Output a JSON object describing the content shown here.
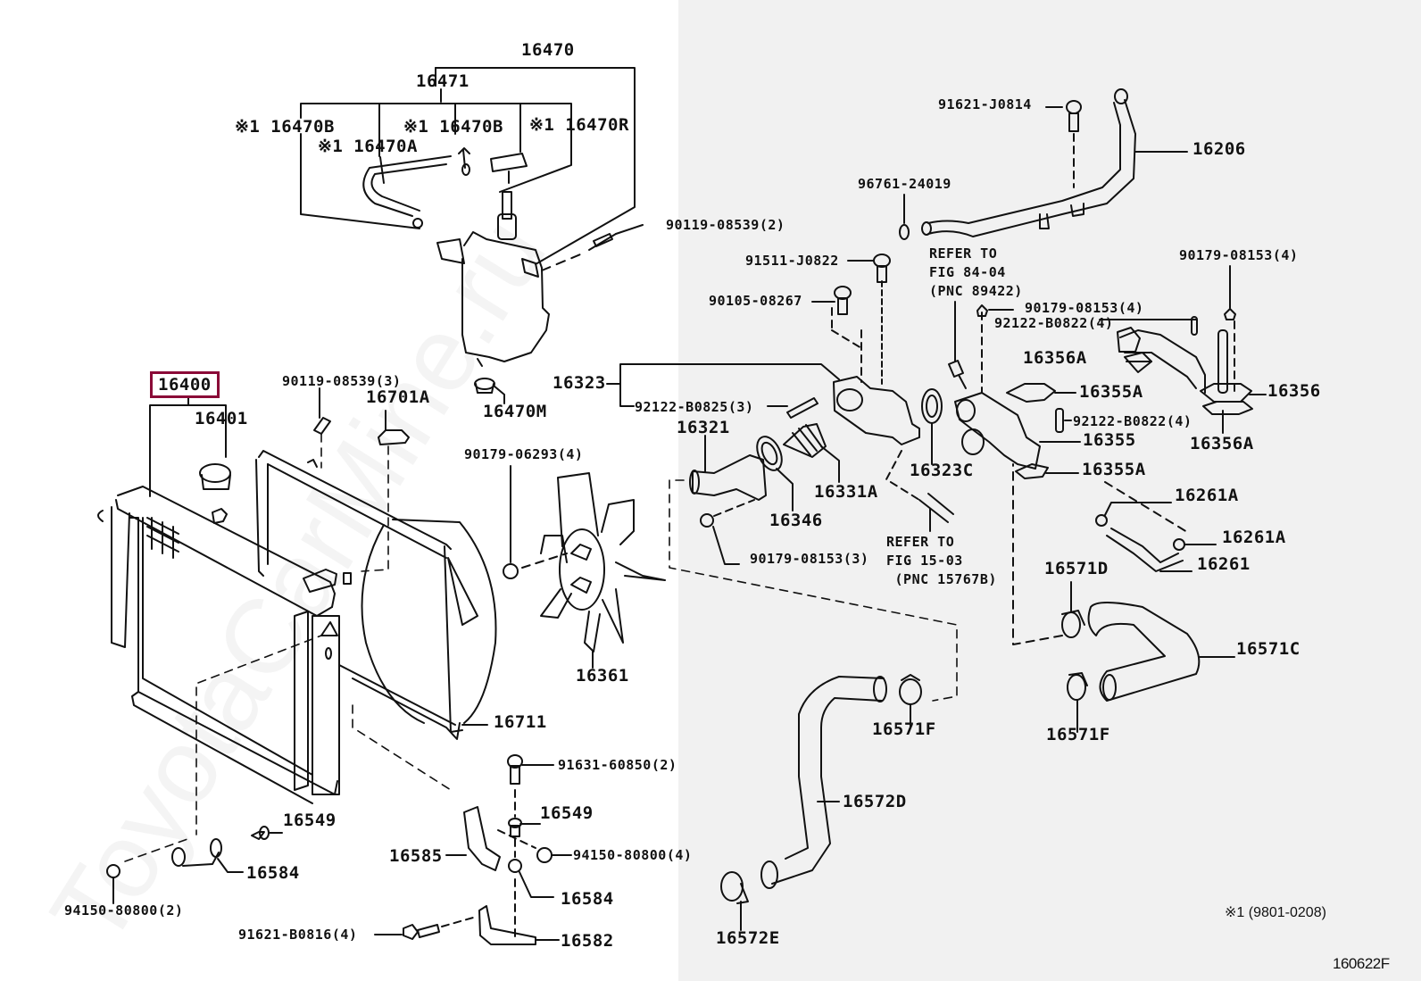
{
  "diagram": {
    "title_code": "160622F",
    "footnote": "※1 (9801-0208)",
    "watermark": "ToyotaCarMine.ru",
    "highlight_color": "#8a0a37",
    "panel_colors": {
      "left": "#ffffff",
      "right": "#f1f1f1"
    },
    "highlighted_part": "16400",
    "parts": {
      "p16470": "16470",
      "p16471": "16471",
      "p16470B_1": "※1 16470B",
      "p16470A": "※1 16470A",
      "p16470B_2": "※1 16470B",
      "p16470R": "※1 16470R",
      "p90119_2": "90119-08539(2)",
      "p16470M": "16470M",
      "p16400": "16400",
      "p16401": "16401",
      "p90119_3": "90119-08539(3)",
      "p16701A": "16701A",
      "p91621_J0814": "91621-J0814",
      "p16206": "16206",
      "p96761": "96761-24019",
      "p91511": "91511-J0822",
      "p90105": "90105-08267",
      "p90179_r": "90179-08153(4)",
      "p90179_m": "90179-08153(4)",
      "p92122_top": "92122-B0822(4)",
      "p16356A_top": "16356A",
      "p16356": "16356",
      "p16356A_bot": "16356A",
      "p16323": "16323",
      "p92122_B0825": "92122-B0825(3)",
      "p16355A_top": "16355A",
      "p92122_mid": "92122-B0822(4)",
      "p16355": "16355",
      "p16355A_bot": "16355A",
      "p16321": "16321",
      "p16331A": "16331A",
      "p16346": "16346",
      "p16323C": "16323C",
      "p90179_06293": "90179-06293(4)",
      "p90179_3": "90179-08153(3)",
      "p16261A_1": "16261A",
      "p16261A_2": "16261A",
      "p16261": "16261",
      "p16571D": "16571D",
      "p16571C": "16571C",
      "p16571F_1": "16571F",
      "p16571F_2": "16571F",
      "p16361": "16361",
      "p16711": "16711",
      "p91631": "91631-60850(2)",
      "p16549_1": "16549",
      "p16549_2": "16549",
      "p16585": "16585",
      "p94150_4": "94150-80800(4)",
      "p16584_1": "16584",
      "p16584_2": "16584",
      "p94150_2": "94150-80800(2)",
      "p91621_B0816": "91621-B0816(4)",
      "p16582": "16582",
      "p16572D": "16572D",
      "p16572E": "16572E"
    },
    "references": {
      "fig84": "REFER TO\nFIG 84-04\n(PNC 89422)",
      "fig15": "REFER TO\nFIG 15-03\n(PNC 15767B)"
    }
  }
}
